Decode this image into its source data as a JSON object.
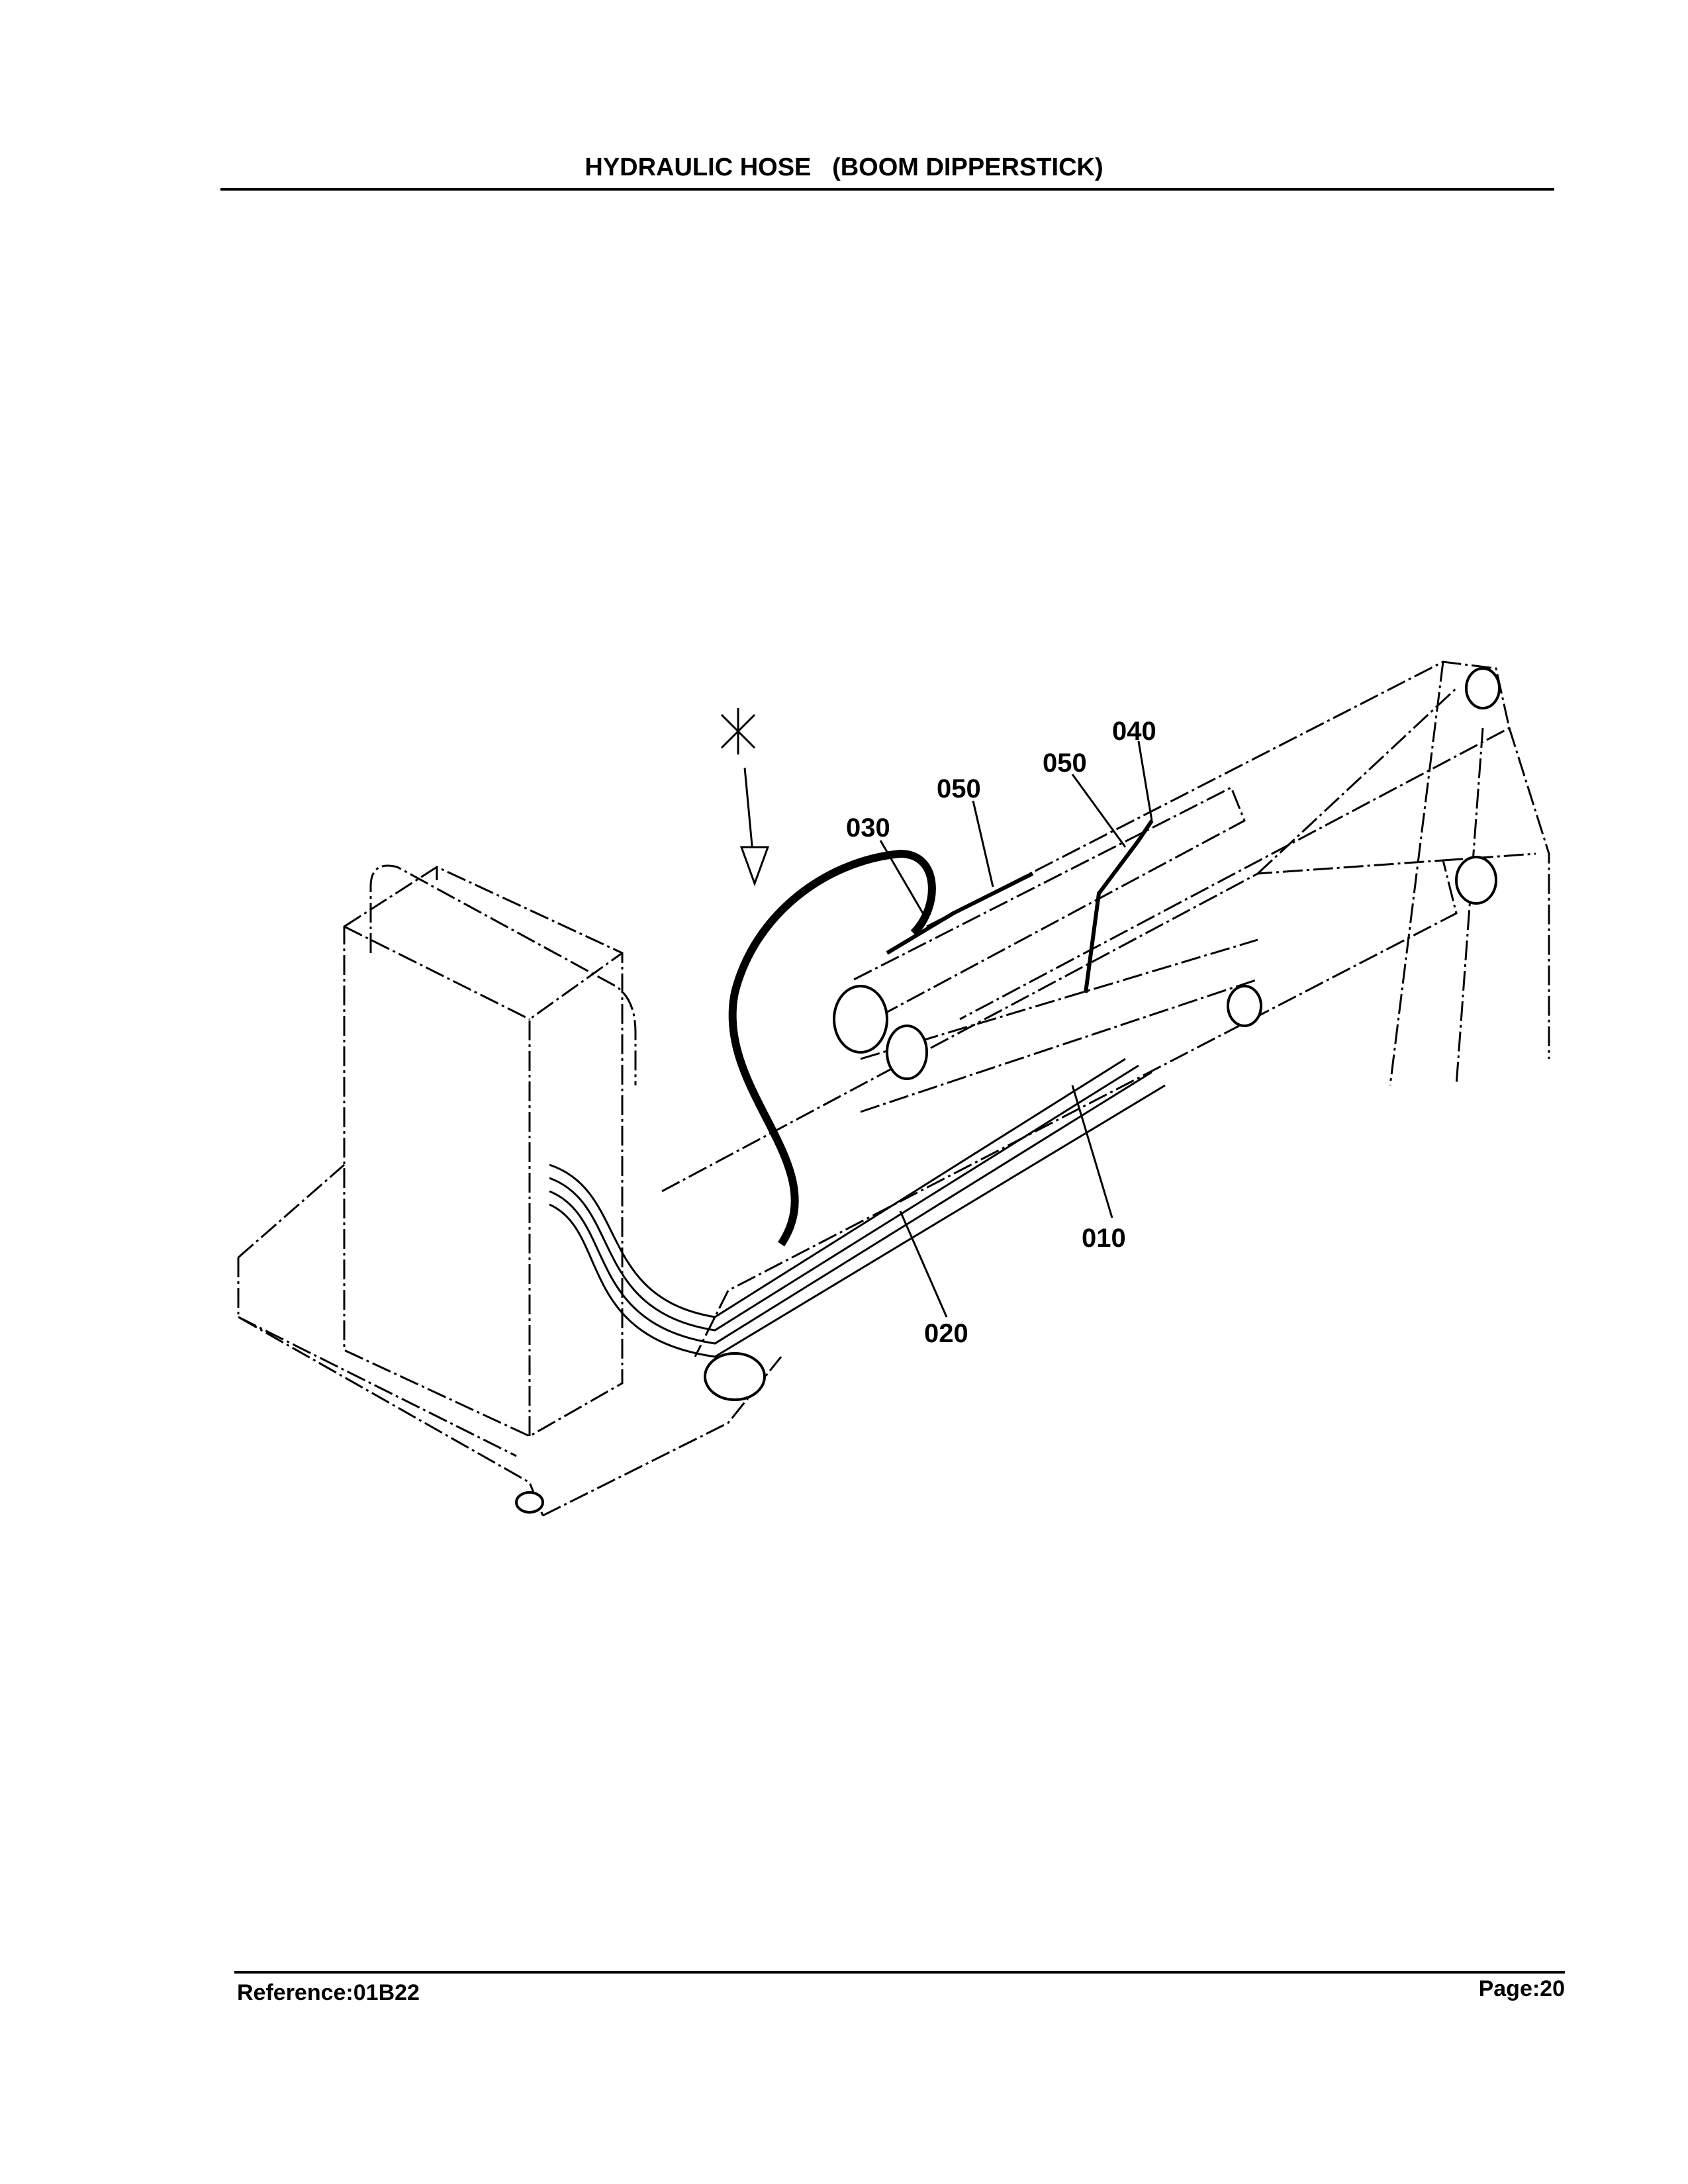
{
  "header": {
    "title": "HYDRAULIC HOSE   (BOOM DIPPERSTICK)"
  },
  "diagram": {
    "callouts": {
      "c040": "040",
      "c050a": "050",
      "c050b": "050",
      "c030": "030",
      "c010": "010",
      "c020": "020"
    },
    "marker": "*"
  },
  "footer": {
    "reference": "Reference:01B22",
    "page": "Page:20"
  }
}
